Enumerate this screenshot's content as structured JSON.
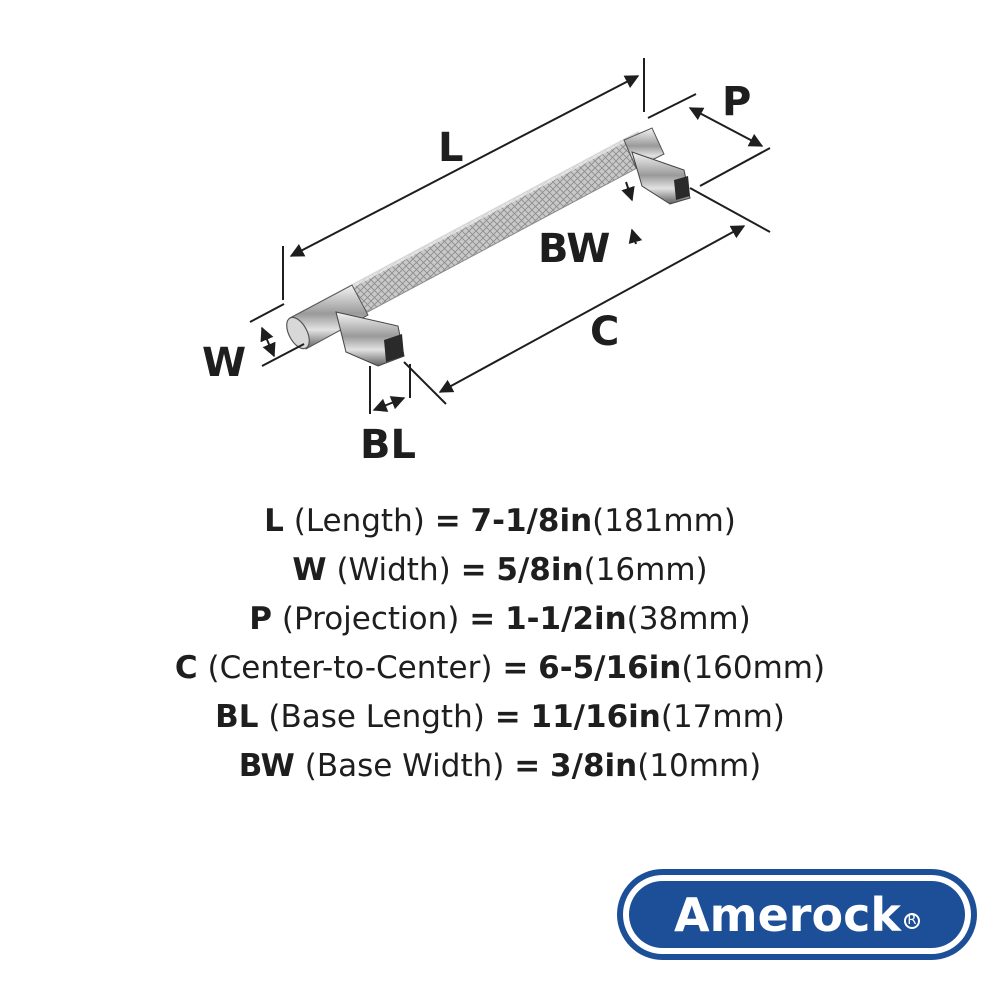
{
  "diagram": {
    "labels": {
      "L": "L",
      "P": "P",
      "BW": "BW",
      "C": "C",
      "W": "W",
      "BL": "BL"
    },
    "colors": {
      "line": "#1e1e1e",
      "metal_light": "#eeeeee",
      "metal_mid": "#b9b9b9",
      "metal_dark": "#6d6d6d"
    }
  },
  "specs": [
    {
      "code": "L",
      "name": "(Length)",
      "eq": "=",
      "imperial": "7-1/8in",
      "metric": "(181mm)"
    },
    {
      "code": "W",
      "name": "(Width)",
      "eq": "=",
      "imperial": "5/8in",
      "metric": "(16mm)"
    },
    {
      "code": "P",
      "name": "(Projection)",
      "eq": "=",
      "imperial": "1-1/2in",
      "metric": "(38mm)"
    },
    {
      "code": "C",
      "name": "(Center-to-Center)",
      "eq": "=",
      "imperial": "6-5/16in",
      "metric": "(160mm)"
    },
    {
      "code": "BL",
      "name": "(Base Length)",
      "eq": "=",
      "imperial": "11/16in",
      "metric": "(17mm)"
    },
    {
      "code": "BW",
      "name": "(Base Width)",
      "eq": "=",
      "imperial": "3/8in",
      "metric": "(10mm)"
    }
  ],
  "brand": {
    "name": "Amerock",
    "registered": "R",
    "color": "#1c4f97"
  }
}
